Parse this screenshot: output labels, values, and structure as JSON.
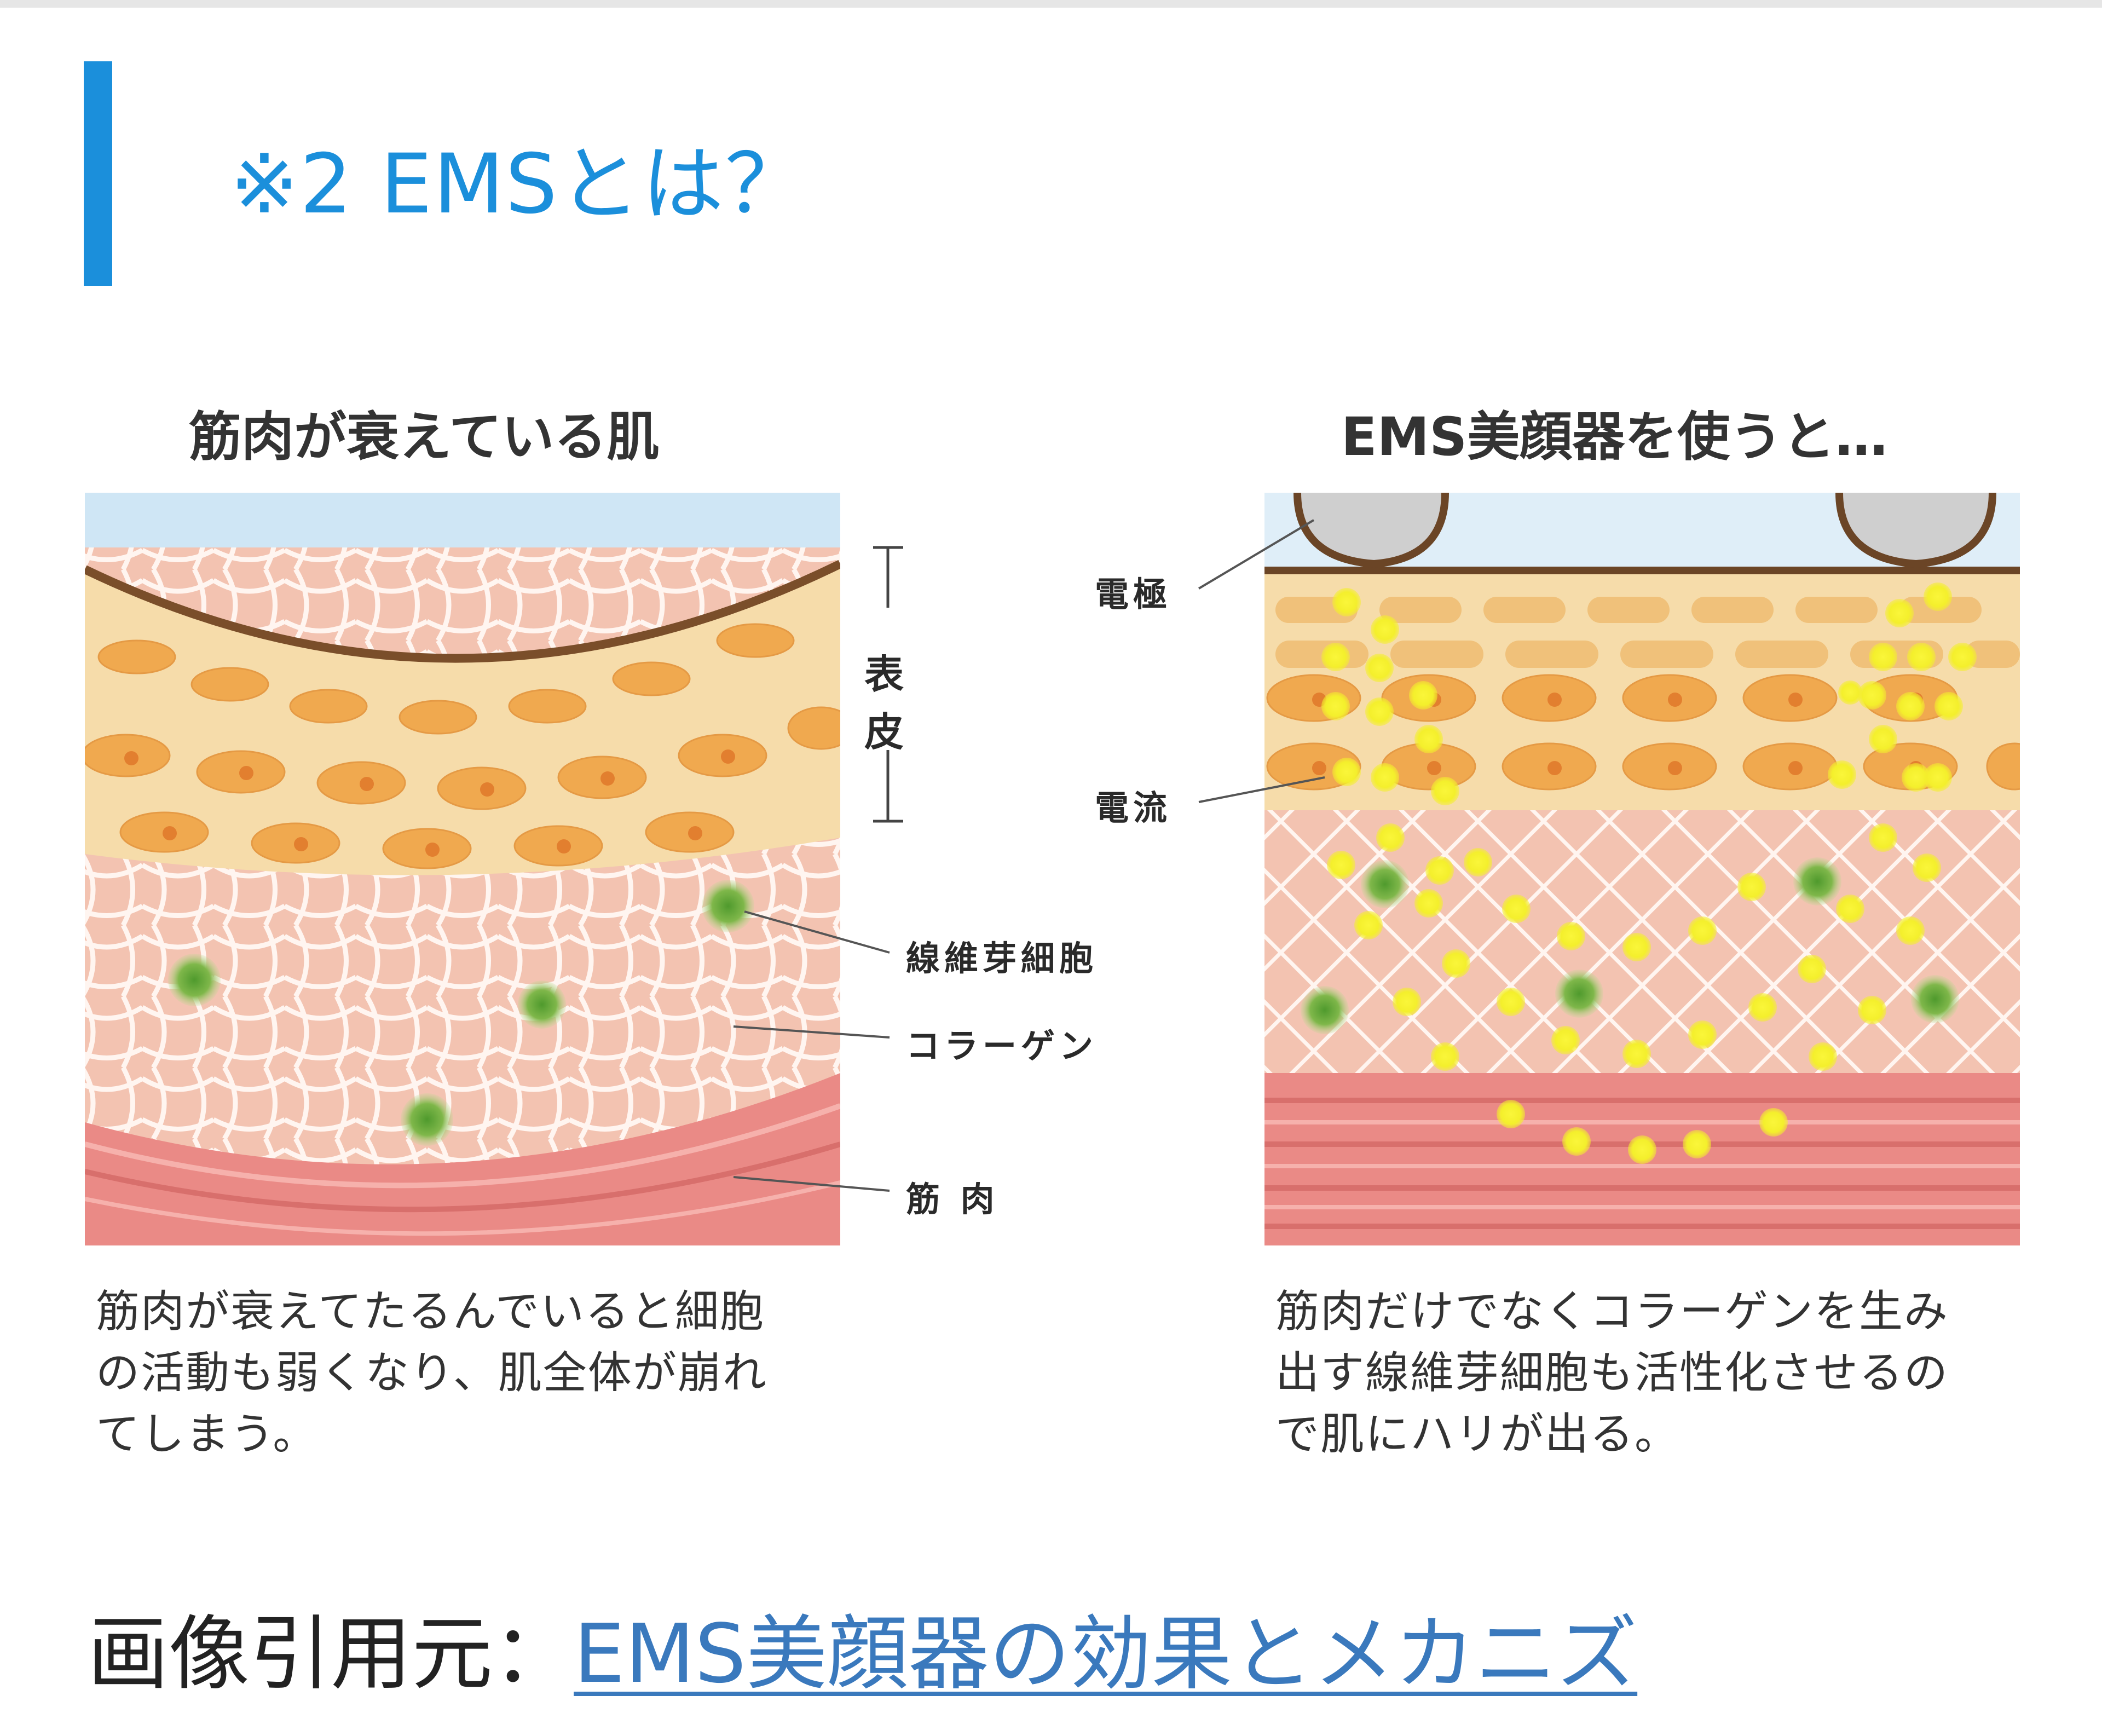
{
  "header": {
    "title": "※2 EMSとは？"
  },
  "left_panel": {
    "title": "筋肉が衰えている肌",
    "caption_lines": [
      "筋肉が衰えてたるんでいると細胞",
      "の活動も弱くなり、肌全体が崩れ",
      "てしまう。"
    ]
  },
  "right_panel": {
    "title": "EMS美顔器を使うと…",
    "caption_lines": [
      "筋肉だけでなくコラーゲンを生み",
      "出す線維芽細胞も活性化させるの",
      "で肌にハリが出る。"
    ]
  },
  "labels": {
    "epidermis_chars": [
      "表",
      "皮"
    ],
    "fibroblast": "線維芽細胞",
    "collagen": "コラーゲン",
    "muscle": "筋 肉",
    "electrode": "電極",
    "current": "電流"
  },
  "source": {
    "prefix": "画像引用元：",
    "link_text": "EMS美顔器の効果とメカニズ"
  },
  "colors": {
    "accent": "#1b8fdb",
    "link": "#3a79bd",
    "epidermis": "#f6dcaa",
    "cell": "#f0a94f",
    "dermis": "#f3c3b1",
    "muscle": "#ea8a86",
    "fibroblast": "#7fb74a",
    "current": "#f4ef2c"
  }
}
